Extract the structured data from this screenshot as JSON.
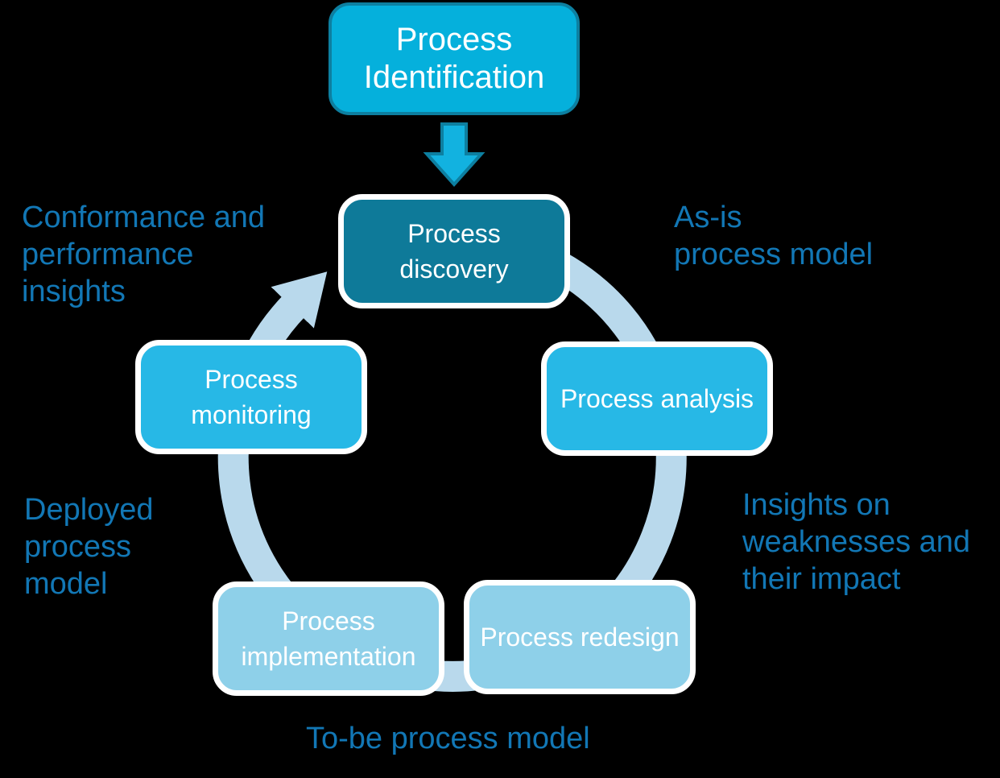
{
  "background": "#000000",
  "title_box": {
    "label": "Process\nIdentification",
    "fill": "#05b0dc",
    "border_color": "#0d7fa0",
    "text_color": "#ffffff"
  },
  "flow_arrow": {
    "fill": "#12b2e0",
    "border": "#0d7fa0"
  },
  "cycle": {
    "arc_color": "#b9d9ec",
    "text_color": "#ffffff",
    "stages": [
      {
        "id": "process-discovery",
        "label": "Process\ndiscovery",
        "fill": "#0e7a99"
      },
      {
        "id": "process-analysis",
        "label": "Process analysis",
        "fill": "#27b8e6"
      },
      {
        "id": "process-redesign",
        "label": "Process redesign",
        "fill": "#8ed0e9"
      },
      {
        "id": "process-implementation",
        "label": "Process\nimplementation",
        "fill": "#8ed0e9"
      },
      {
        "id": "process-monitoring",
        "label": "Process\nmonitoring",
        "fill": "#27b8e6"
      }
    ]
  },
  "annotations": {
    "color": "#1277b5",
    "as_is": "As-is\nprocess model",
    "insights_on_weaknesses": "Insights on\nweaknesses and\ntheir impact",
    "to_be": "To-be process model",
    "deployed": "Deployed\nprocess\nmodel",
    "conformance": "Conformance and\nperformance\ninsights"
  }
}
